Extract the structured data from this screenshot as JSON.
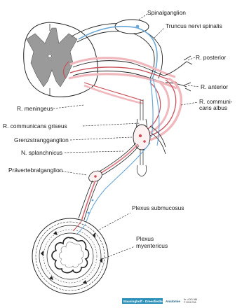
{
  "labels": {
    "spinalganglion": "Spinalganglion",
    "truncus": "Truncus nervi spinalis",
    "r_posterior": "R. posterior",
    "r_anterior": "R. anterior",
    "r_meningeus": "R. meningeus",
    "r_comm_albus_1": "R. communi-",
    "r_comm_albus_2": "cans albus",
    "r_comm_griseus": "R. communicans griseus",
    "grenzstrang": "Grenzstrangganglion",
    "splanchnicus": "N. splanchnicus",
    "praevertebral": "Prävertebralganglion",
    "plexus_submucosus": "Plexus submucosus",
    "plexus_myent_1": "Plexus",
    "plexus_myent_2": "myentericus"
  },
  "footer": {
    "publisher": "Bausinghoff · Dreesfiedler",
    "subject": "Anatomie",
    "code_1": "Nr. 4 001 566",
    "code_2": "© 2001 ESA"
  },
  "colors": {
    "efferent": "#c8505a",
    "efferent_light": "#f0b8bd",
    "afferent": "#6aa8d8",
    "grey_matter": "#9a9a9a",
    "footer_bar": "#2a8fb8"
  }
}
